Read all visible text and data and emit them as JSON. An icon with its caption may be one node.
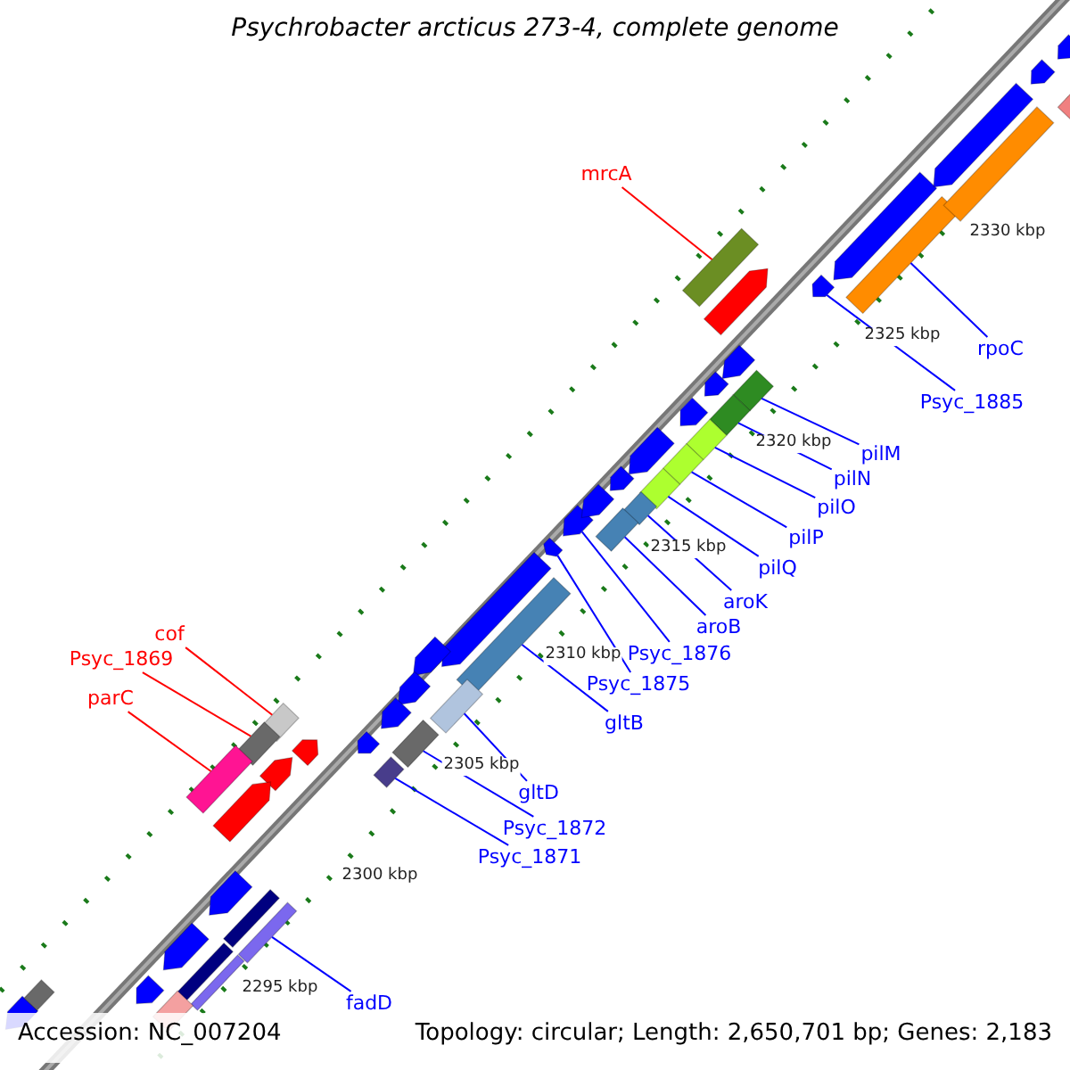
{
  "diagram": {
    "title": "Psychrobacter arcticus 273-4, complete genome",
    "nodes": [
      {
        "text": [
          "mrcA"
        ]
      },
      {
        "text": [
          "rpoC"
        ]
      },
      {
        "text": [
          "Psyc_1885"
        ]
      },
      {
        "text": [
          "pilM"
        ]
      },
      {
        "text": [
          "pilN"
        ]
      },
      {
        "text": [
          "pilO"
        ]
      },
      {
        "text": [
          "pilP"
        ]
      },
      {
        "text": [
          "pilQ"
        ]
      },
      {
        "text": [
          "aroK"
        ]
      },
      {
        "text": [
          "aroB"
        ]
      },
      {
        "text": [
          "Psyc_1876"
        ]
      },
      {
        "text": [
          "Psyc_1875"
        ]
      },
      {
        "text": [
          "gltB"
        ]
      },
      {
        "text": [
          "cof"
        ]
      },
      {
        "text": [
          "Psyc_1869"
        ]
      },
      {
        "text": [
          "parC"
        ]
      },
      {
        "text": [
          "gltD"
        ]
      },
      {
        "text": [
          "Psyc_1872"
        ]
      },
      {
        "text": [
          "Psyc_1871"
        ]
      },
      {
        "text": [
          "fadD"
        ]
      },
      {
        "text": [],
        "shape": "bar"
      },
      {
        "text": [],
        "shape": "bar"
      },
      {
        "text": [],
        "shape": "arrow"
      },
      {
        "text": [],
        "shape": "bar"
      },
      {
        "text": [],
        "shape": "bar"
      },
      {
        "text": [],
        "shape": "bar"
      },
      {
        "text": [],
        "shape": "bar"
      },
      {
        "text": [],
        "shape": "bar"
      },
      {
        "text": [],
        "shape": "bar"
      },
      {
        "text": [],
        "shape": "bar"
      },
      {
        "text": [],
        "shape": "arrow"
      },
      {
        "text": [],
        "shape": "arrow"
      },
      {
        "text": [],
        "shape": "bar"
      },
      {
        "text": [],
        "shape": "bar"
      },
      {
        "text": [],
        "shape": "bar"
      },
      {
        "text": [],
        "shape": "bar"
      },
      {
        "text": [],
        "shape": "bar"
      },
      {
        "text": [],
        "shape": "bar"
      },
      {
        "text": [],
        "shape": "bar"
      },
      {
        "text": [],
        "shape": "bar"
      },
      {
        "text": [],
        "shape": "arrow"
      },
      {
        "text": [],
        "shape": "arrow"
      },
      {
        "text": [],
        "shape": "arrow"
      },
      {
        "text": [],
        "shape": "bar"
      },
      {
        "text": [],
        "shape": "arrow"
      },
      {
        "text": [],
        "shape": "arrow"
      },
      {
        "text": [],
        "shape": "bar"
      },
      {
        "text": [],
        "shape": "arrow"
      },
      {
        "text": [],
        "shape": "arrow"
      },
      {
        "text": [],
        "shape": "arrow"
      },
      {
        "text": [],
        "shape": "arrow"
      },
      {
        "text": [],
        "shape": "arrow"
      },
      {
        "text": [],
        "shape": "arrow"
      },
      {
        "text": [],
        "shape": "arrow"
      },
      {
        "text": [],
        "shape": "arrow"
      },
      {
        "text": [],
        "shape": "arrow"
      },
      {
        "text": [],
        "shape": "arrow"
      },
      {
        "text": [],
        "shape": "arrow"
      },
      {
        "text": [],
        "shape": "arrow"
      },
      {
        "text": [],
        "shape": "arrow"
      },
      {
        "text": [],
        "shape": "arrow"
      },
      {
        "text": [],
        "shape": "arrow"
      },
      {
        "text": [],
        "shape": "bar"
      },
      {
        "text": [],
        "shape": "arrow"
      },
      {
        "text": [],
        "shape": "bar"
      },
      {
        "text": [],
        "shape": "bar"
      },
      {
        "text": [],
        "shape": "arrow"
      },
      {
        "text": [],
        "shape": "bar"
      },
      {
        "text": [],
        "shape": "arrow"
      },
      {
        "text": [],
        "shape": "bar"
      }
    ],
    "edges": [
      {
        "from": 0,
        "to": 20,
        "arrow": "none",
        "color": "#ff0000"
      },
      {
        "from": 1,
        "to": 21,
        "arrow": "none"
      },
      {
        "from": 2,
        "to": 22,
        "arrow": "none"
      },
      {
        "from": 3,
        "to": 23,
        "arrow": "none"
      },
      {
        "from": 4,
        "to": 24,
        "arrow": "none"
      },
      {
        "from": 5,
        "to": 25,
        "arrow": "none"
      },
      {
        "from": 6,
        "to": 26,
        "arrow": "none"
      },
      {
        "from": 7,
        "to": 27,
        "arrow": "none"
      },
      {
        "from": 8,
        "to": 28,
        "arrow": "none"
      },
      {
        "from": 9,
        "to": 29,
        "arrow": "none"
      },
      {
        "from": 10,
        "to": 30,
        "arrow": "none"
      },
      {
        "from": 11,
        "to": 31,
        "arrow": "none"
      },
      {
        "from": 12,
        "to": 32,
        "arrow": "none"
      },
      {
        "from": 13,
        "to": 33,
        "arrow": "none",
        "color": "#ff0000"
      },
      {
        "from": 14,
        "to": 34,
        "arrow": "none",
        "color": "#ff0000"
      },
      {
        "from": 15,
        "to": 35,
        "arrow": "none",
        "color": "#ff0000"
      },
      {
        "from": 16,
        "to": 36,
        "arrow": "none"
      },
      {
        "from": 17,
        "to": 37,
        "arrow": "none"
      },
      {
        "from": 18,
        "to": 38,
        "arrow": "none"
      },
      {
        "from": 19,
        "to": 39,
        "arrow": "none"
      }
    ],
    "labels": [
      "2330 kbp",
      "2325 kbp",
      "2320 kbp",
      "2315 kbp",
      "2310 kbp",
      "2305 kbp",
      "2300 kbp",
      "2295 kbp",
      "Accession: NC_007204",
      "Topology: circular; Length: 2,650,701 bp; Genes: 2,183"
    ]
  }
}
